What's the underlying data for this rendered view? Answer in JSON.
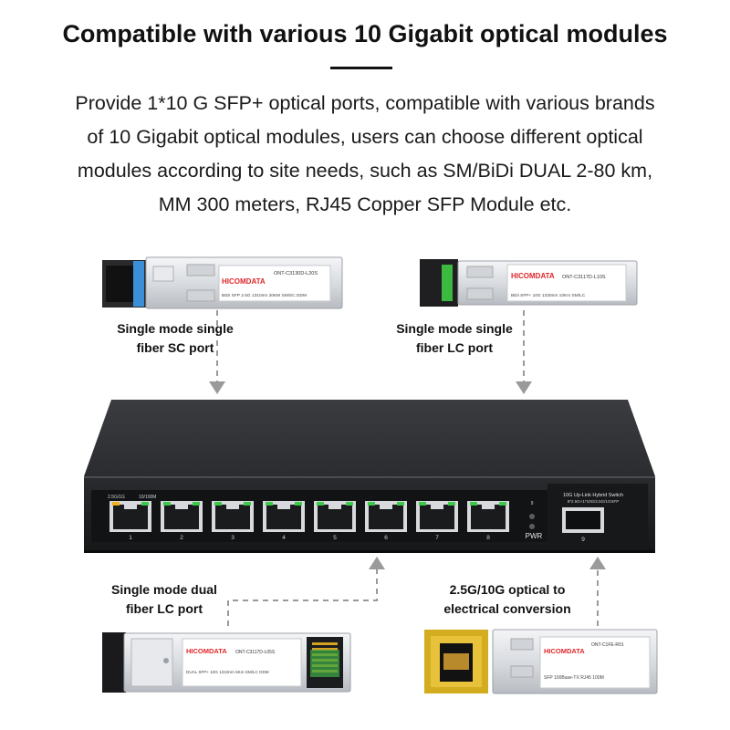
{
  "title": "Compatible with various 10 Gigabit optical modules",
  "description": [
    "Provide 1*10 G SFP+ optical ports, compatible with various brands",
    "of 10 Gigabit optical modules, users can choose different optical",
    "modules according to site needs, such as SM/BiDi DUAL 2-80 km,",
    "MM 300 meters, RJ45 Copper SFP Module etc."
  ],
  "callouts": {
    "top_left": [
      "Single mode single",
      "fiber SC port"
    ],
    "top_right": [
      "Single mode single",
      "fiber LC port"
    ],
    "bottom_left": [
      "Single mode dual",
      "fiber LC port"
    ],
    "bottom_right": [
      "2.5G/10G optical to",
      "electrical conversion"
    ]
  },
  "modules": {
    "sc": {
      "brand": "HICOMDATA",
      "model": "ONT-C3130D-L20S",
      "spec": "BIDI SFP 2.5G 1310nm 20KM SM/SC DDM"
    },
    "lc_single": {
      "brand": "HICOMDATA",
      "model": "ONT-C3117D-L10S",
      "spec": "BiDi SFP+ 10G 1330nm 10Km SM/LC"
    },
    "lc_dual": {
      "brand": "HICOMDATA",
      "model": "ONT-C3117D-L05S",
      "spec": "DUAL SFP+ 10G 1310nm 5Km SM/LC DDM"
    },
    "copper": {
      "brand": "HICOMDATA",
      "model": "ONT-C1FE-R01",
      "spec": "SFP 100Base-TX RJ45 100M"
    }
  },
  "switch": {
    "led_legend": [
      "2.5G/1G",
      "10/100M"
    ],
    "ports": [
      "1",
      "2",
      "3",
      "4",
      "5",
      "6",
      "7",
      "8"
    ],
    "uplink_title": "10G Up-Link Hybrid Switch",
    "uplink_subtitle": "8*2.5G+1*10G/2.5G/1GSFP",
    "sfp_port": "9",
    "power_label": "PWR",
    "led_label": "9"
  },
  "colors": {
    "switch_body": "#2b2d30",
    "switch_front": "#1c1d1f",
    "port_led_green": "#3cc94a",
    "port_led_amber": "#f2b21b",
    "callout_line": "#9a9a9a",
    "brand_red": "#e0262b"
  }
}
